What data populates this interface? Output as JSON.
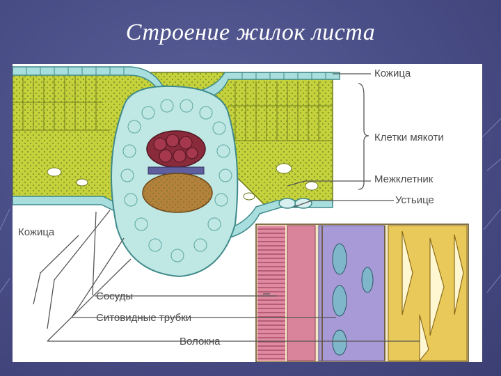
{
  "title": "Строение жилок листа",
  "labels": {
    "epidermis_top": "Кожица",
    "mesophyll": "Клетки мякоти",
    "intercellular": "Межклетник",
    "stoma": "Устьице",
    "epidermis_bottom": "Кожица",
    "vessels": "Сосуды",
    "sieve_tubes": "Ситовидные трубки",
    "fibers": "Волокна"
  },
  "colors": {
    "background": "#494d86",
    "mesophyll": "#cfd94a",
    "epidermis": "#a9dede",
    "xylem": "#8a2b3c",
    "phloem": "#b4813c",
    "vessel_pink": "#d9849b",
    "sieve_purple": "#a79ad6",
    "fiber_yellow": "#e9c95a"
  }
}
